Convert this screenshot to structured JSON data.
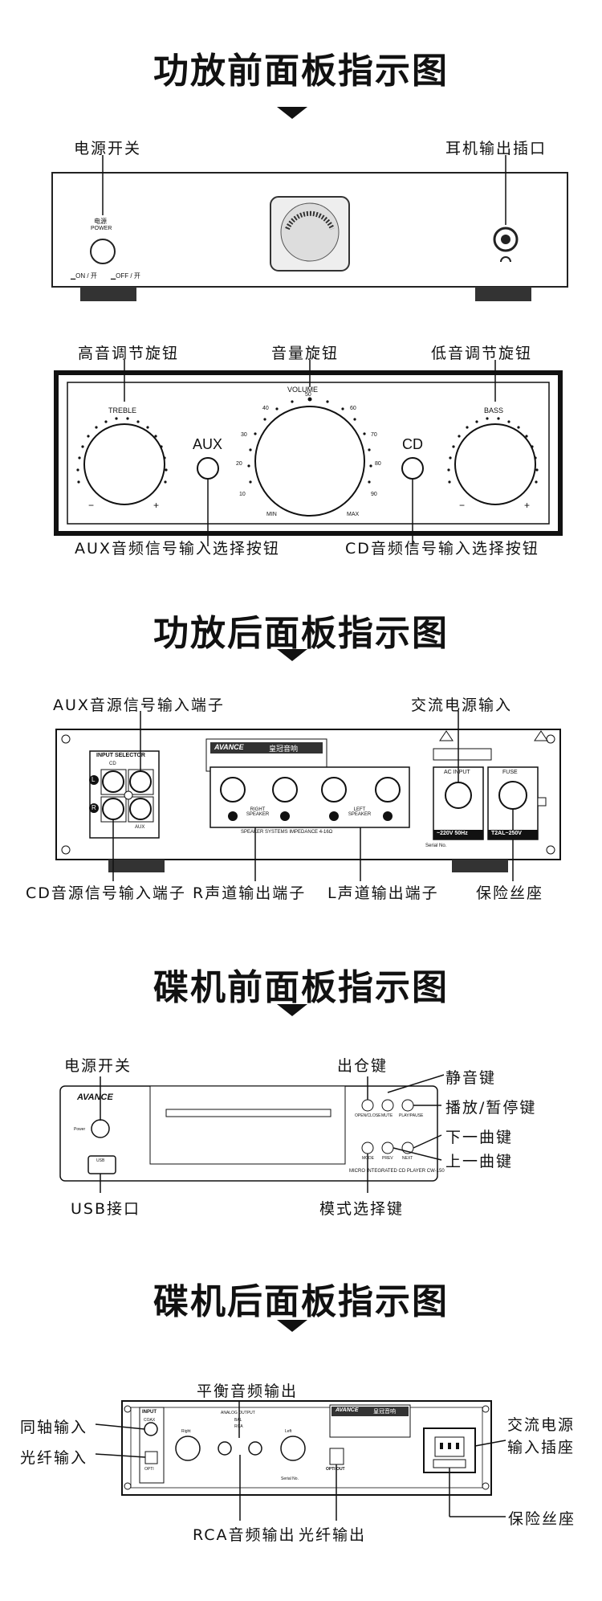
{
  "sections": {
    "amp_front": "功放前面板指示图",
    "amp_rear": "功放后面板指示图",
    "cd_front": "碟机前面板指示图",
    "cd_rear": "碟机后面板指示图"
  },
  "amp_front": {
    "power_switch": "电源开关",
    "headphone_jack": "耳机输出插口",
    "panel_power_cn": "电源",
    "panel_power_en": "POWER",
    "on_label": "▁ON / 开",
    "off_label": "▁OFF / 开",
    "treble_knob": "高音调节旋钮",
    "volume_knob": "音量旋钮",
    "bass_knob": "低音调节旋钮",
    "volume_text": "VOLUME",
    "treble_text": "TREBLE",
    "bass_text": "BASS",
    "aux_text": "AUX",
    "cd_text": "CD",
    "minus": "−",
    "plus": "+",
    "min_text": "MIN",
    "max_text": "MAX",
    "scale": [
      "10",
      "20",
      "30",
      "40",
      "50",
      "60",
      "70",
      "80",
      "90"
    ],
    "aux_select": "AUX音频信号输入选择按钮",
    "cd_select": "CD音频信号输入选择按钮"
  },
  "amp_rear": {
    "aux_input": "AUX音源信号输入端子",
    "ac_input": "交流电源输入",
    "input_selector": "INPUT SELECTOR",
    "cd_small": "CD",
    "aux_small": "AUX",
    "l_mark": "L",
    "r_mark": "R",
    "brand": "AVANCE",
    "brand_cn": "皇冠音响",
    "right_speaker": "RIGHT SPEAKER",
    "left_speaker": "LEFT SPEAKER",
    "speaker_systems": "SPEAKER SYSTEMS IMPEDANCE 4-16Ω",
    "ac_input_text": "AC INPUT",
    "fuse_text": "FUSE",
    "voltage": "~220V 50Hz",
    "fuse_rating": "T2AL~250V",
    "serial": "Serial No.",
    "cd_input": "CD音源信号输入端子",
    "r_output": "R声道输出端子",
    "l_output": "L声道输出端子",
    "fuse_holder": "保险丝座"
  },
  "cd_front": {
    "power_switch": "电源开关",
    "eject_key": "出仓键",
    "mute_key": "静音键",
    "play_pause_key": "播放/暂停键",
    "next_key": "下一曲键",
    "prev_key": "上一曲键",
    "usb_port": "USB接口",
    "mode_key": "模式选择键",
    "brand": "AVANCE",
    "player_model": "MICRO INTEGRATED CD PLAYER CW-150",
    "open_close": "OPEN/CLOSE",
    "mute": "MUTE",
    "play_pause": "PLAY/PAUSE",
    "usb_small": "USB",
    "mode_small": "MODE",
    "prev_small": "PREV",
    "next_small": "NEXT",
    "power_small": "Power"
  },
  "cd_rear": {
    "balanced_output": "平衡音频输出",
    "coax_input": "同轴输入",
    "optical_input": "光纤输入",
    "ac_socket": "交流电源\n输入插座",
    "fuse_holder": "保险丝座",
    "rca_output": "RCA音频输出",
    "optical_output": "光纤输出",
    "input_text": "INPUT",
    "coax_small": "COAX",
    "opti_small": "OPTI",
    "analog_output": "ANALOG OUTPUT",
    "bal": "BAL",
    "rca": "RCA",
    "right": "Right",
    "left": "Left",
    "opti_out": "OPTI OUT",
    "brand": "AVANCE",
    "brand_cn": "皇冠音响",
    "serial": "Serial No."
  }
}
